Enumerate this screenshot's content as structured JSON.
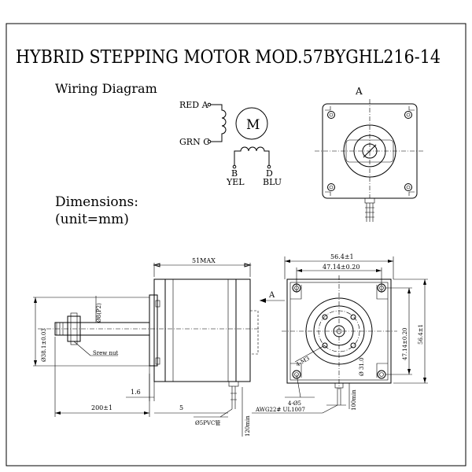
{
  "title": "HYBRID STEPPING MOTOR MOD.57BYGHL216-14",
  "wiring": {
    "heading": "Wiring Diagram",
    "motor_label": "M",
    "red": "RED A",
    "grn": "GRN C",
    "b_letter": "B",
    "b_color": "YEL",
    "d_letter": "D",
    "d_color": "BLU"
  },
  "dimensions": {
    "heading": "Dimensions:",
    "unit": "(unit=mm)"
  },
  "view_label": "A",
  "side_view": {
    "max_length": "51MAX",
    "view_arrow_label": "A",
    "shaft_dia": "Ø38.1±0.03",
    "flat_dia": "Ø8(P2)",
    "screw_nut": "Srew nut",
    "dim_16": "1.6",
    "dim_lead": "200±1",
    "dim_5": "5",
    "pvc_tube": "Ø5PVC管",
    "tube_len": "120min"
  },
  "front_view": {
    "width_total": "56.4±1",
    "hole_spacing": "47.14±0.20",
    "hole_spacing_v": "47.14±0.20",
    "height_total": "56.4±1",
    "threaded_holes": "4-M3",
    "bolt_circle": "Ø 31.0",
    "mount_holes": "4-Ø5",
    "wire_spec": "AWG22# UL1007",
    "cable_len": "100min"
  }
}
